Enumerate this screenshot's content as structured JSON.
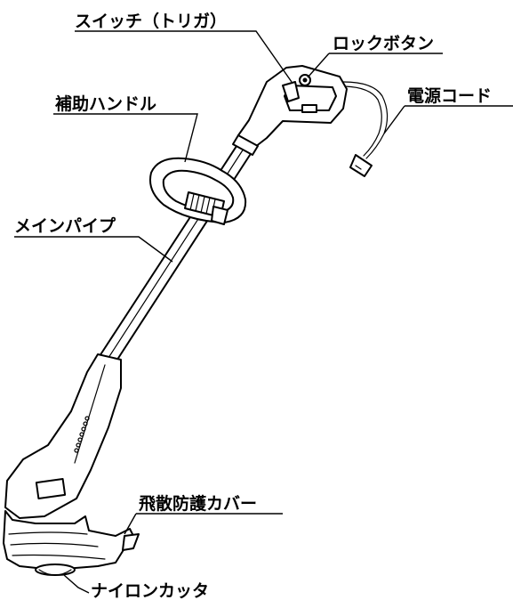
{
  "labels": {
    "switch": "スイッチ（トリガ）",
    "lock_button": "ロックボタン",
    "power_cord": "電源コード",
    "aux_handle": "補助ハンドル",
    "main_pipe": "メインパイプ",
    "guard": "飛散防護カバー",
    "nylon_cutter": "ナイロンカッタ"
  }
}
